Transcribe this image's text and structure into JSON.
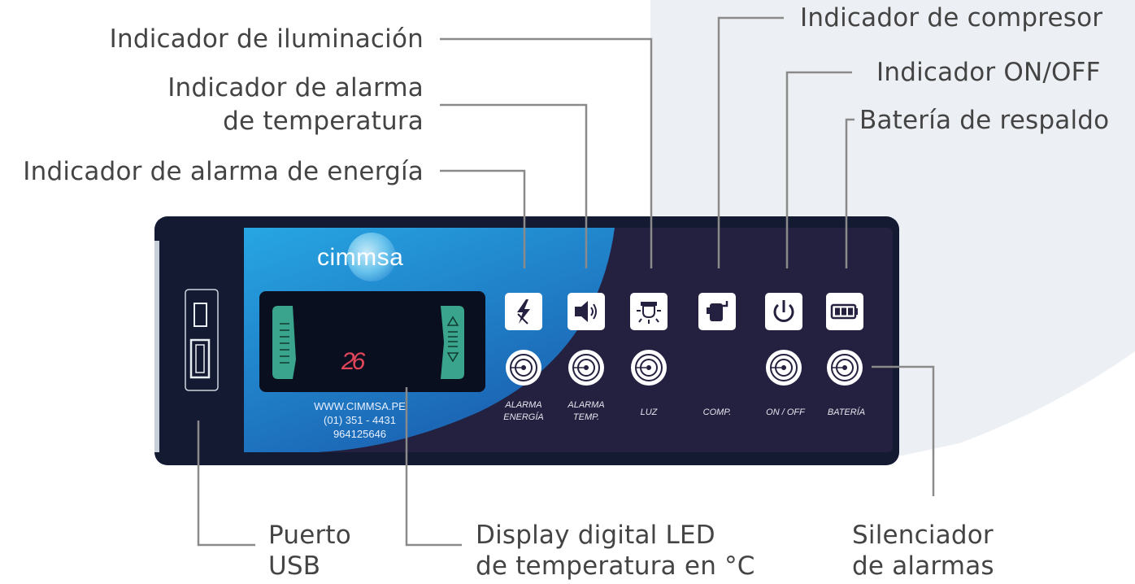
{
  "callouts": {
    "iluminacion": "Indicador de iluminación",
    "alarma_temp_1": "Indicador de alarma",
    "alarma_temp_2": "de temperatura",
    "alarma_energia": "Indicador de alarma de energía",
    "compresor": "Indicador de compresor",
    "on_off": "Indicador ON/OFF",
    "bateria": "Batería de respaldo",
    "usb_1": "Puerto",
    "usb_2": "USB",
    "display_1": "Display digital LED",
    "display_2": "de temperatura en °C",
    "silenciador_1": "Silenciador",
    "silenciador_2": "de alarmas"
  },
  "panel": {
    "brand": "cimmsa",
    "website": "WWW.CIMMSA.PE",
    "phone": "(01) 351 - 4431",
    "mobile": "964125646",
    "temperature": "26",
    "buttons": {
      "energia_1": "ALARMA",
      "energia_2": "ENERGÍA",
      "temp_1": "ALARMA",
      "temp_2": "TEMP.",
      "luz": "LUZ",
      "comp": "COMP.",
      "onoff": "ON / OFF",
      "bateria": "BATERÍA"
    }
  },
  "icons": [
    "lightning-icon",
    "speaker-icon",
    "lamp-icon",
    "compressor-icon",
    "power-icon",
    "battery-icon"
  ],
  "colors": {
    "panel_dark": "#24203f",
    "panel_blue": "#1e8fd6",
    "lcd_green": "#3aa58c",
    "text_gray": "#444444",
    "line_gray": "#8a8a8a",
    "bg_shape": "#eceff3"
  }
}
